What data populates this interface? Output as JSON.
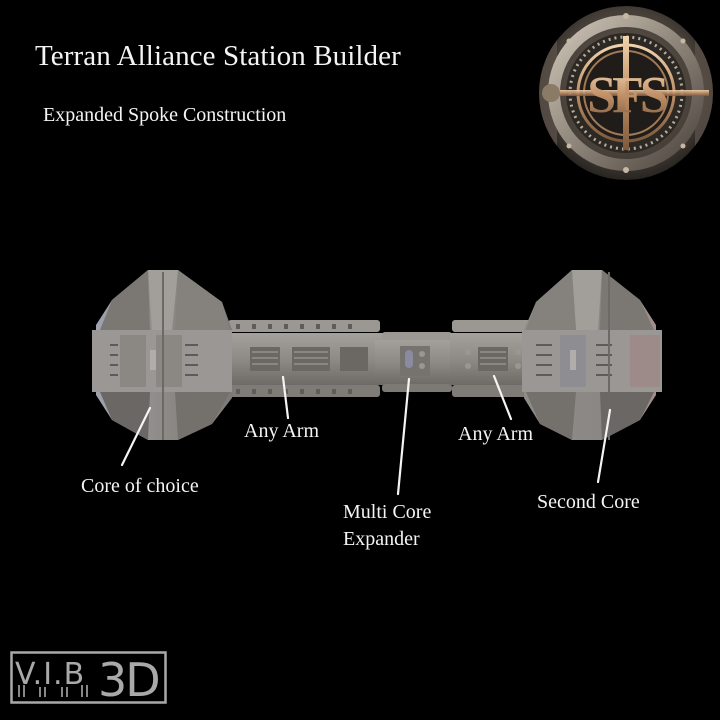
{
  "header": {
    "title": "Terran Alliance Station Builder",
    "subtitle": "Expanded Spoke Construction"
  },
  "brand": {
    "badge_letters": "SFS",
    "badge_icon": "vault-door-emblem-icon",
    "maker_logo_prefix": "V.I.B",
    "maker_logo_suffix": "3D"
  },
  "diagram": {
    "subject": "space-station-model",
    "labels": [
      {
        "id": "core-left",
        "text": "Core of choice"
      },
      {
        "id": "arm-left",
        "text": "Any Arm"
      },
      {
        "id": "expander",
        "text_line1": "Multi Core",
        "text_line2": "Expander"
      },
      {
        "id": "arm-right",
        "text": "Any Arm"
      },
      {
        "id": "core-right",
        "text": "Second Core"
      }
    ]
  },
  "colors": {
    "background": "#000000",
    "text": "#f4f4f4",
    "model_gray": "#8f8d89",
    "badge_bronze": "#c9a27a",
    "logo_gray": "#a9a9a9"
  }
}
